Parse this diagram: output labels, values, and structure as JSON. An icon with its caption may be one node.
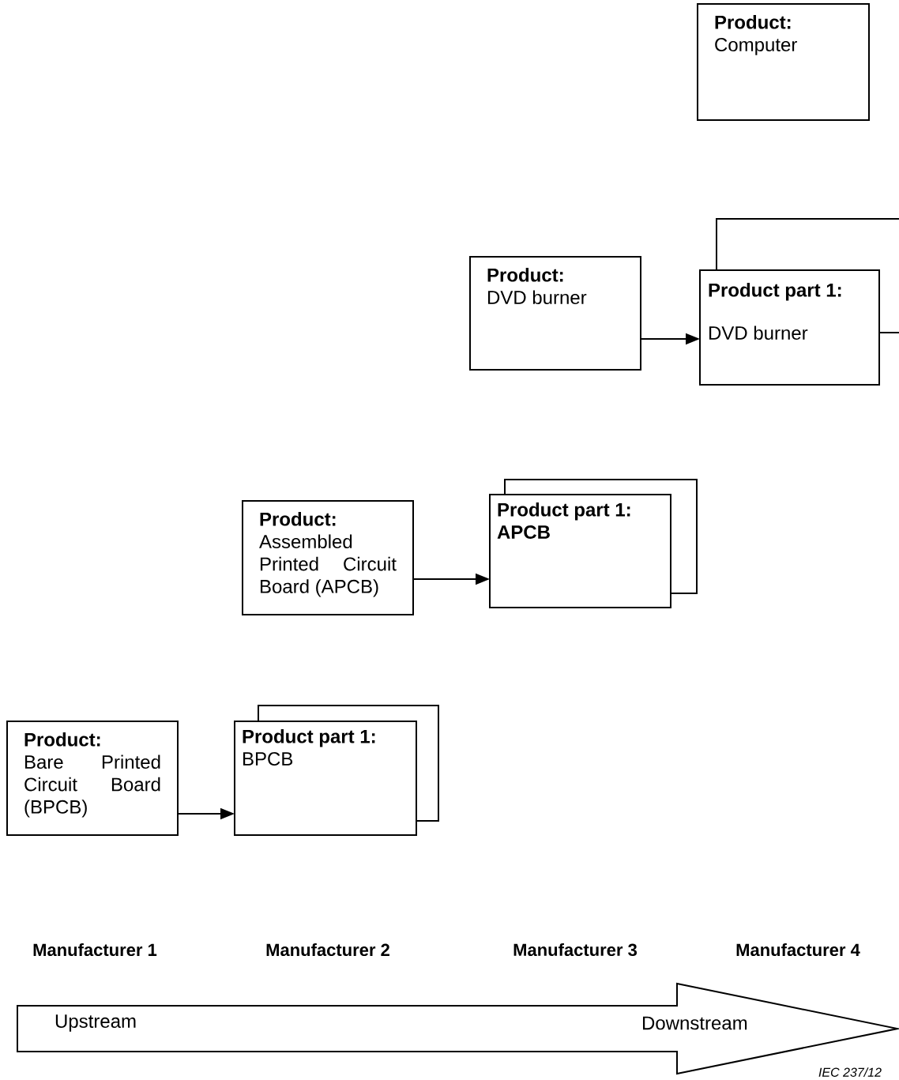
{
  "diagram": {
    "nodes": [
      {
        "text": [
          "Product:",
          "Computer"
        ]
      },
      {
        "text": [
          "Product:",
          "DVD burner"
        ]
      },
      {
        "text": [
          "Product part 1:",
          "DVD burner"
        ]
      },
      {
        "text": [
          "Product:",
          "Assembled Printed Circuit Board (APCB)"
        ]
      },
      {
        "text": [
          "Product part 1:",
          "APCB"
        ]
      },
      {
        "text": [
          "Product:",
          "Bare Printed Circuit Board (BPCB)"
        ]
      },
      {
        "text": [
          "Product part 1:",
          "BPCB"
        ]
      },
      {
        "text": [
          "Upstream",
          "Downstream"
        ]
      }
    ],
    "edges": [
      {
        "from": 1,
        "to": 2,
        "arrow": "to"
      },
      {
        "from": 3,
        "to": 4,
        "arrow": "to"
      },
      {
        "from": 5,
        "to": 6,
        "arrow": "to"
      },
      {
        "from": 2,
        "to": null,
        "arrow": "none"
      }
    ],
    "labels": [
      "Manufacturer 1",
      "Manufacturer 2",
      "Manufacturer 3",
      "Manufacturer 4",
      "IEC 237/12"
    ]
  }
}
